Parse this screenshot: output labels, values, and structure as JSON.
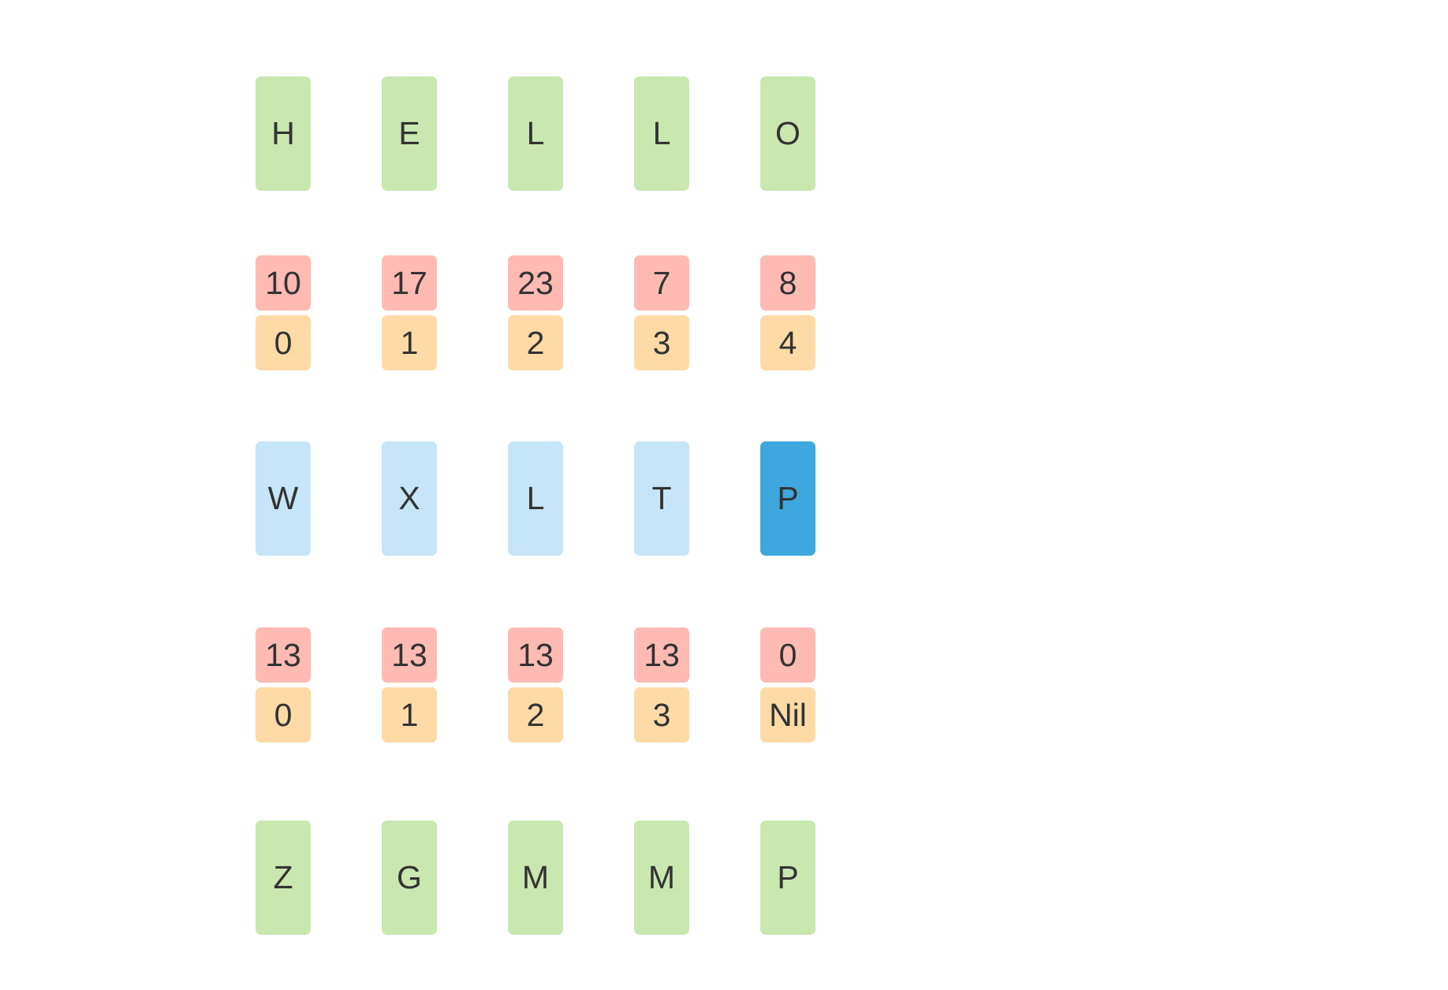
{
  "plaintext_row": [
    "H",
    "E",
    "L",
    "L",
    "O"
  ],
  "plaintext_values": [
    "10",
    "17",
    "23",
    "7",
    "8"
  ],
  "plaintext_indices": [
    "0",
    "1",
    "2",
    "3",
    "4"
  ],
  "key_row": [
    "W",
    "X",
    "L",
    "T",
    "P"
  ],
  "key_values": [
    "13",
    "13",
    "13",
    "13",
    "0"
  ],
  "key_indices": [
    "0",
    "1",
    "2",
    "3",
    "Nil"
  ],
  "result_row": [
    "Z",
    "G",
    "M",
    "M",
    "P"
  ],
  "active_key_index": 4,
  "colors": {
    "green": "#c9e8b0",
    "red": "#ffbab3",
    "orange": "#fedba6",
    "light_blue": "#c6e5f8",
    "active_blue": "#3da7de",
    "text": "#333333"
  }
}
